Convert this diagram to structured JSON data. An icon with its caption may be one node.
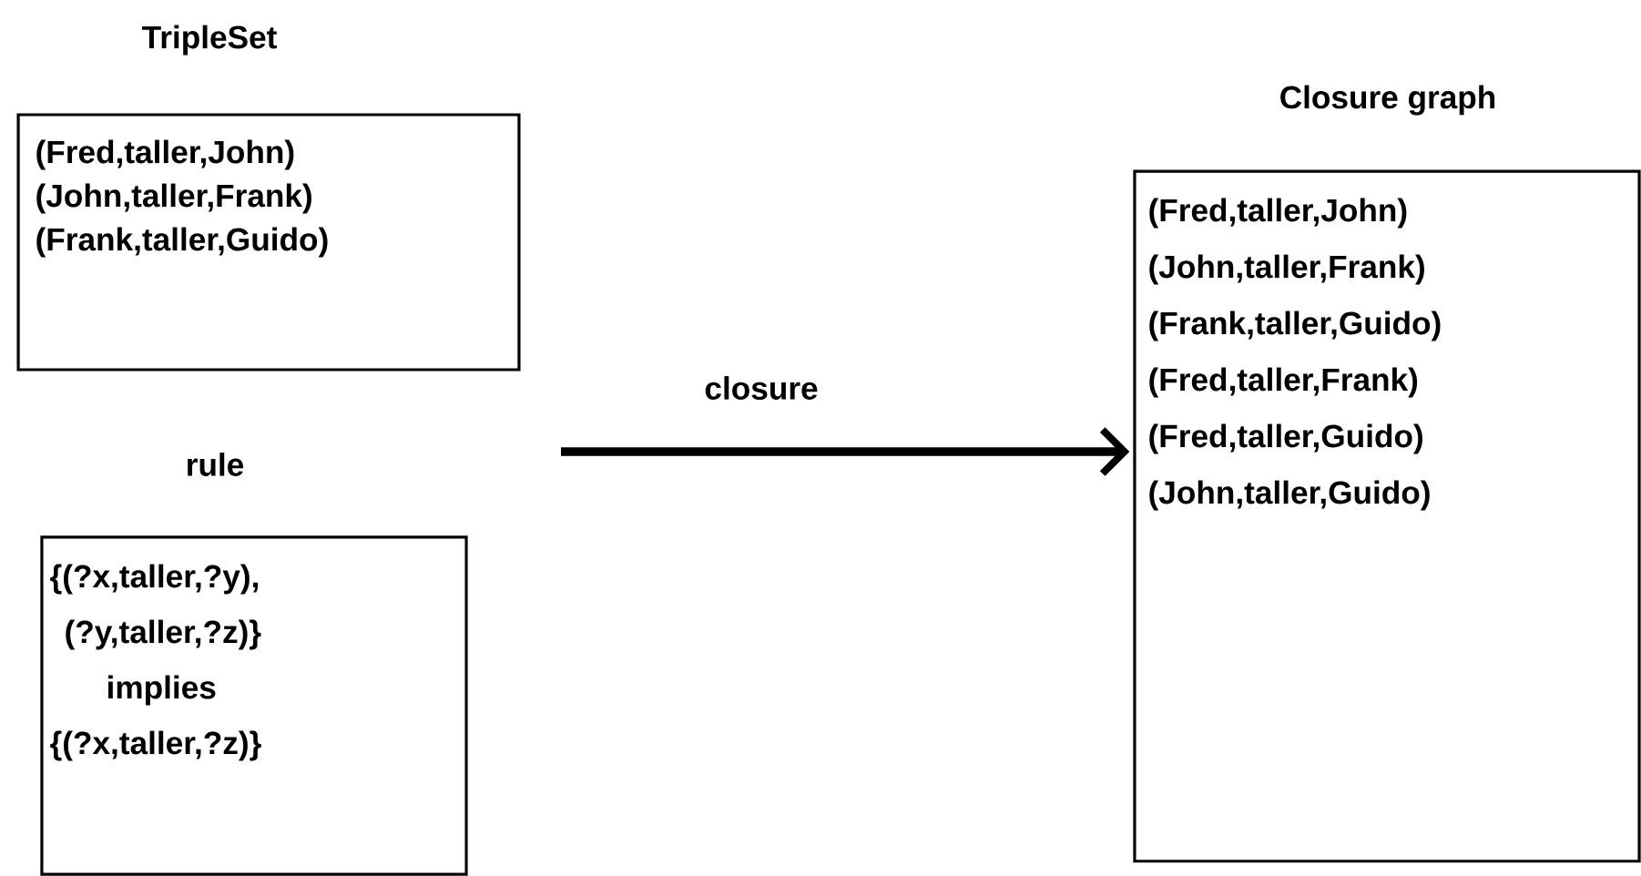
{
  "diagram": {
    "nodes": [
      {
        "text": [
          "TripleSet",
          "(Fred,taller,John)",
          "(John,taller,Frank)",
          "(Frank,taller,Guido)"
        ]
      },
      {
        "text": [
          "rule",
          "{(?x,taller,?y),",
          "(?y,taller,?z)}",
          "implies",
          "{(?x,taller,?z)}"
        ]
      },
      {
        "text": [
          "Closure graph",
          "(Fred,taller,John)",
          "(John,taller,Frank)",
          "(Frank,taller,Guido)",
          "(Fred,taller,Frank)",
          "(Fred,taller,Guido)",
          "(John,taller,Guido)"
        ]
      }
    ],
    "edges": [
      {
        "from": null,
        "to": 2,
        "arrow": "to",
        "label": "closure"
      }
    ]
  }
}
